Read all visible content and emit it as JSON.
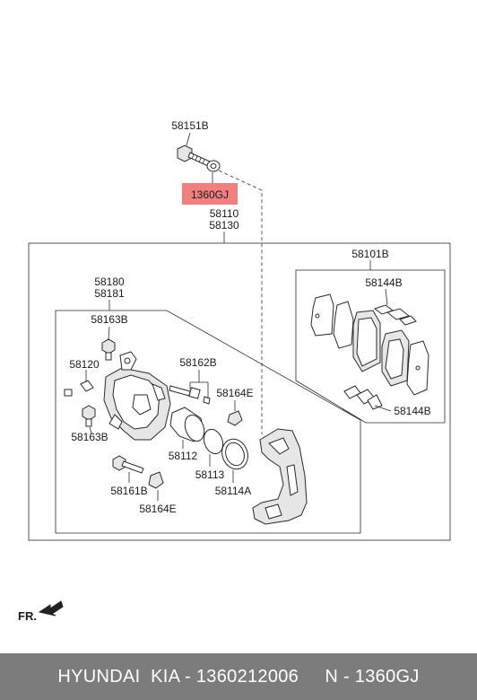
{
  "labels": {
    "l58151B": "58151B",
    "l1360GJ": "1360GJ",
    "l58110": "58110",
    "l58130": "58130",
    "l58101B": "58101B",
    "l58144B_top": "58144B",
    "l58144B_bottom": "58144B",
    "l58180": "58180",
    "l58181": "58181",
    "l58163B_top": "58163B",
    "l58163B_bottom": "58163B",
    "l58120": "58120",
    "l58162B": "58162B",
    "l58164E_top": "58164E",
    "l58164E_bottom": "58164E",
    "l58112": "58112",
    "l58113": "58113",
    "l58114A": "58114A",
    "l58161B": "58161B",
    "fr": "FR."
  },
  "highlight_color": "#f08080",
  "footer": {
    "text": "HYUNDAI  KIA - 1360212006     N - 1360GJ",
    "background": "#7c7c7c"
  }
}
